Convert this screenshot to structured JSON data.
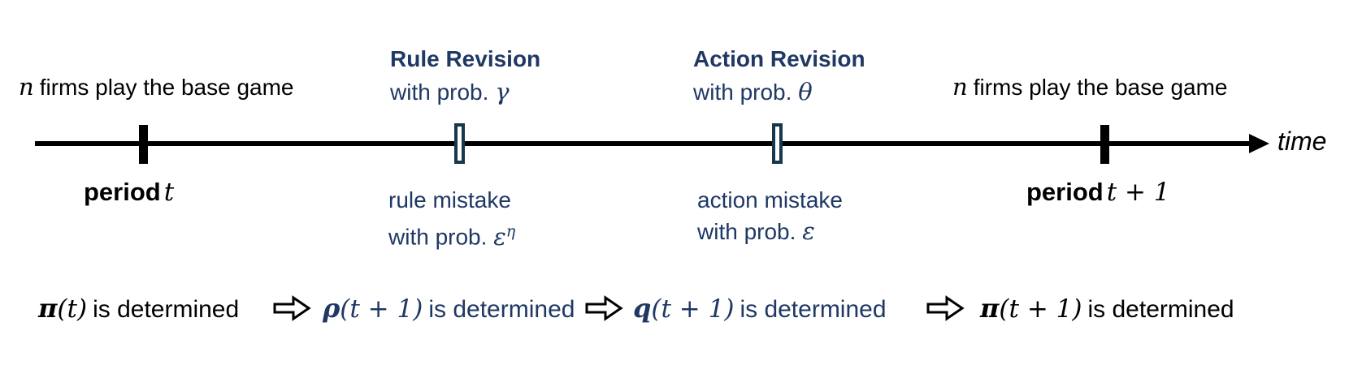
{
  "colors": {
    "navy": "#1f3864",
    "tick_outline": "#17374a",
    "axis": "#000000"
  },
  "timeline": {
    "time_label": "time",
    "top_left": {
      "math_var": "n",
      "text": "firms play the base game"
    },
    "top_right": {
      "math_var": "n",
      "text": "firms play the base game"
    },
    "rule_revision": {
      "title": "Rule Revision",
      "prob_text": "with prob.",
      "prob_symbol": "γ"
    },
    "action_revision": {
      "title": "Action Revision",
      "prob_text": "with prob.",
      "prob_symbol": "θ"
    },
    "period_start": {
      "label": "period",
      "math": "t"
    },
    "period_end": {
      "label": "period",
      "math": "t + 1"
    },
    "rule_mistake": {
      "line1": "rule mistake",
      "prob_text": "with prob.",
      "prob_symbol": "ε",
      "prob_superscript": "η"
    },
    "action_mistake": {
      "line1": "action mistake",
      "prob_text": "with prob.",
      "prob_symbol": "ε"
    }
  },
  "flow": {
    "steps": [
      {
        "symbol": "π",
        "argument": "(t)",
        "text": "is determined",
        "color": "black"
      },
      {
        "symbol": "ρ",
        "argument": "(t + 1)",
        "text": "is determined",
        "color": "navy"
      },
      {
        "symbol": "q",
        "argument": "(t + 1)",
        "text": "is determined",
        "color": "navy"
      },
      {
        "symbol": "π",
        "argument": "(t + 1)",
        "text": "is determined",
        "color": "black"
      }
    ]
  }
}
